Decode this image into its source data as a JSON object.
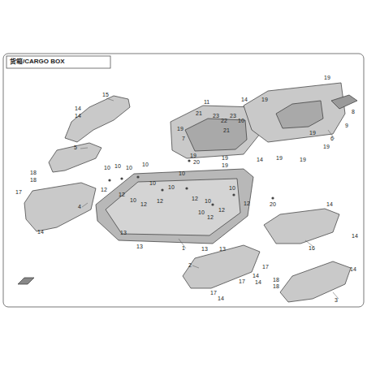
{
  "diagram": {
    "title": "货箱/CARGO BOX",
    "labels": [
      "15",
      "14",
      "14",
      "5",
      "18",
      "18",
      "17",
      "4",
      "14",
      "11",
      "21",
      "23",
      "22",
      "23",
      "10",
      "19",
      "7",
      "21",
      "20",
      "19",
      "19",
      "19",
      "14",
      "14",
      "19",
      "19",
      "8",
      "9",
      "19",
      "19",
      "19",
      "6",
      "19",
      "10",
      "10",
      "10",
      "10",
      "12",
      "12",
      "10",
      "12",
      "10",
      "12",
      "10",
      "10",
      "12",
      "10",
      "12",
      "10",
      "12",
      "10",
      "12",
      "13",
      "13",
      "1",
      "13",
      "13",
      "20",
      "14",
      "14",
      "16",
      "2",
      "17",
      "14",
      "14",
      "17",
      "17",
      "14",
      "18",
      "18",
      "14",
      "3"
    ]
  }
}
